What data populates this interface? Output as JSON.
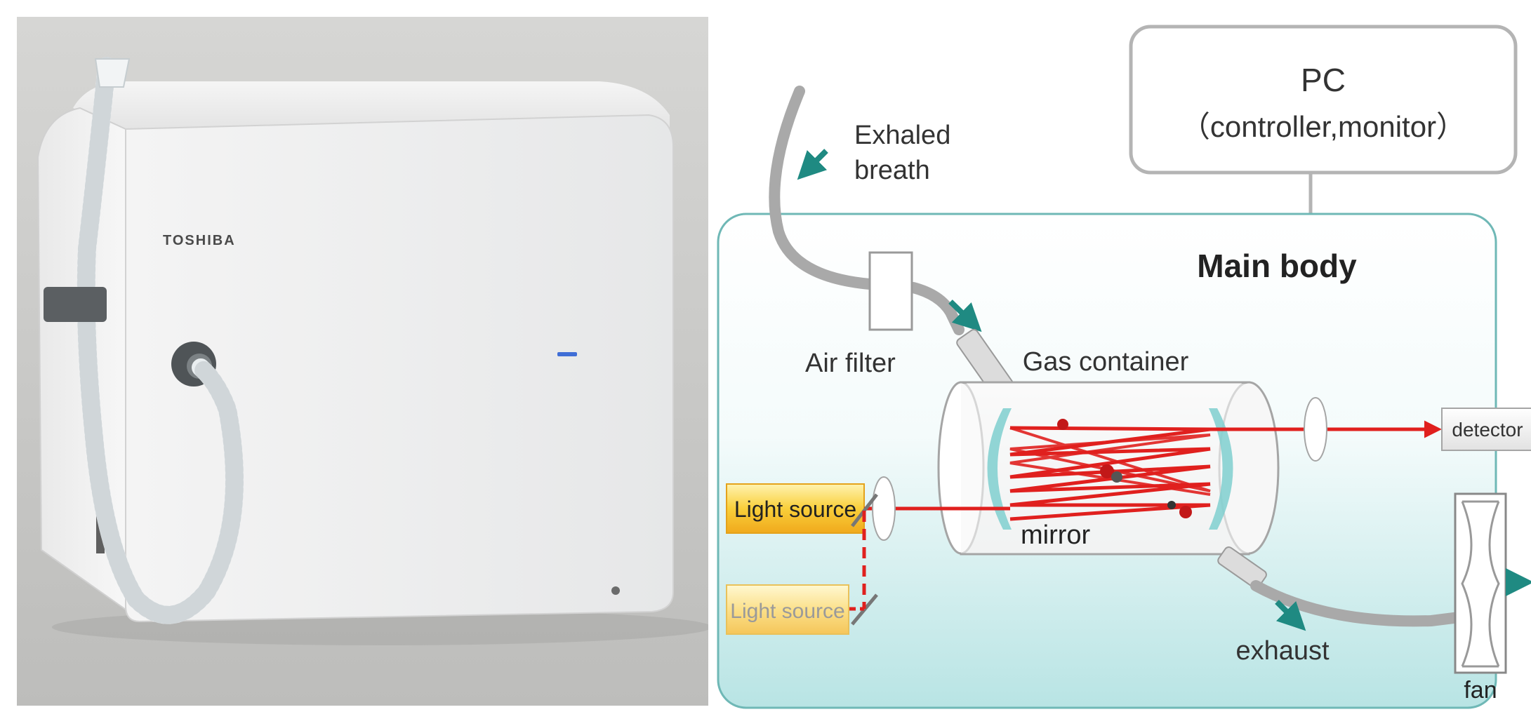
{
  "photo": {
    "brand": "TOSHIBA"
  },
  "diagram": {
    "pc_title": "PC",
    "pc_subtitle": "（controller,monitor）",
    "exhaled_breath_line1": "Exhaled",
    "exhaled_breath_line2": "breath",
    "main_body_label": "Main body",
    "air_filter_label": "Air filter",
    "gas_container_label": "Gas container",
    "detector_label": "detector",
    "light_source_1_label": "Light source",
    "light_source_2_label": "Light source",
    "mirror_label": "mirror",
    "exhaust_label": "exhaust",
    "fan_label": "fan"
  },
  "colors": {
    "teal_arrow": "#1f8a82",
    "laser_red": "#e0201e",
    "panel_border": "#6fb8b6",
    "light_source_fill": "#f3b526"
  }
}
